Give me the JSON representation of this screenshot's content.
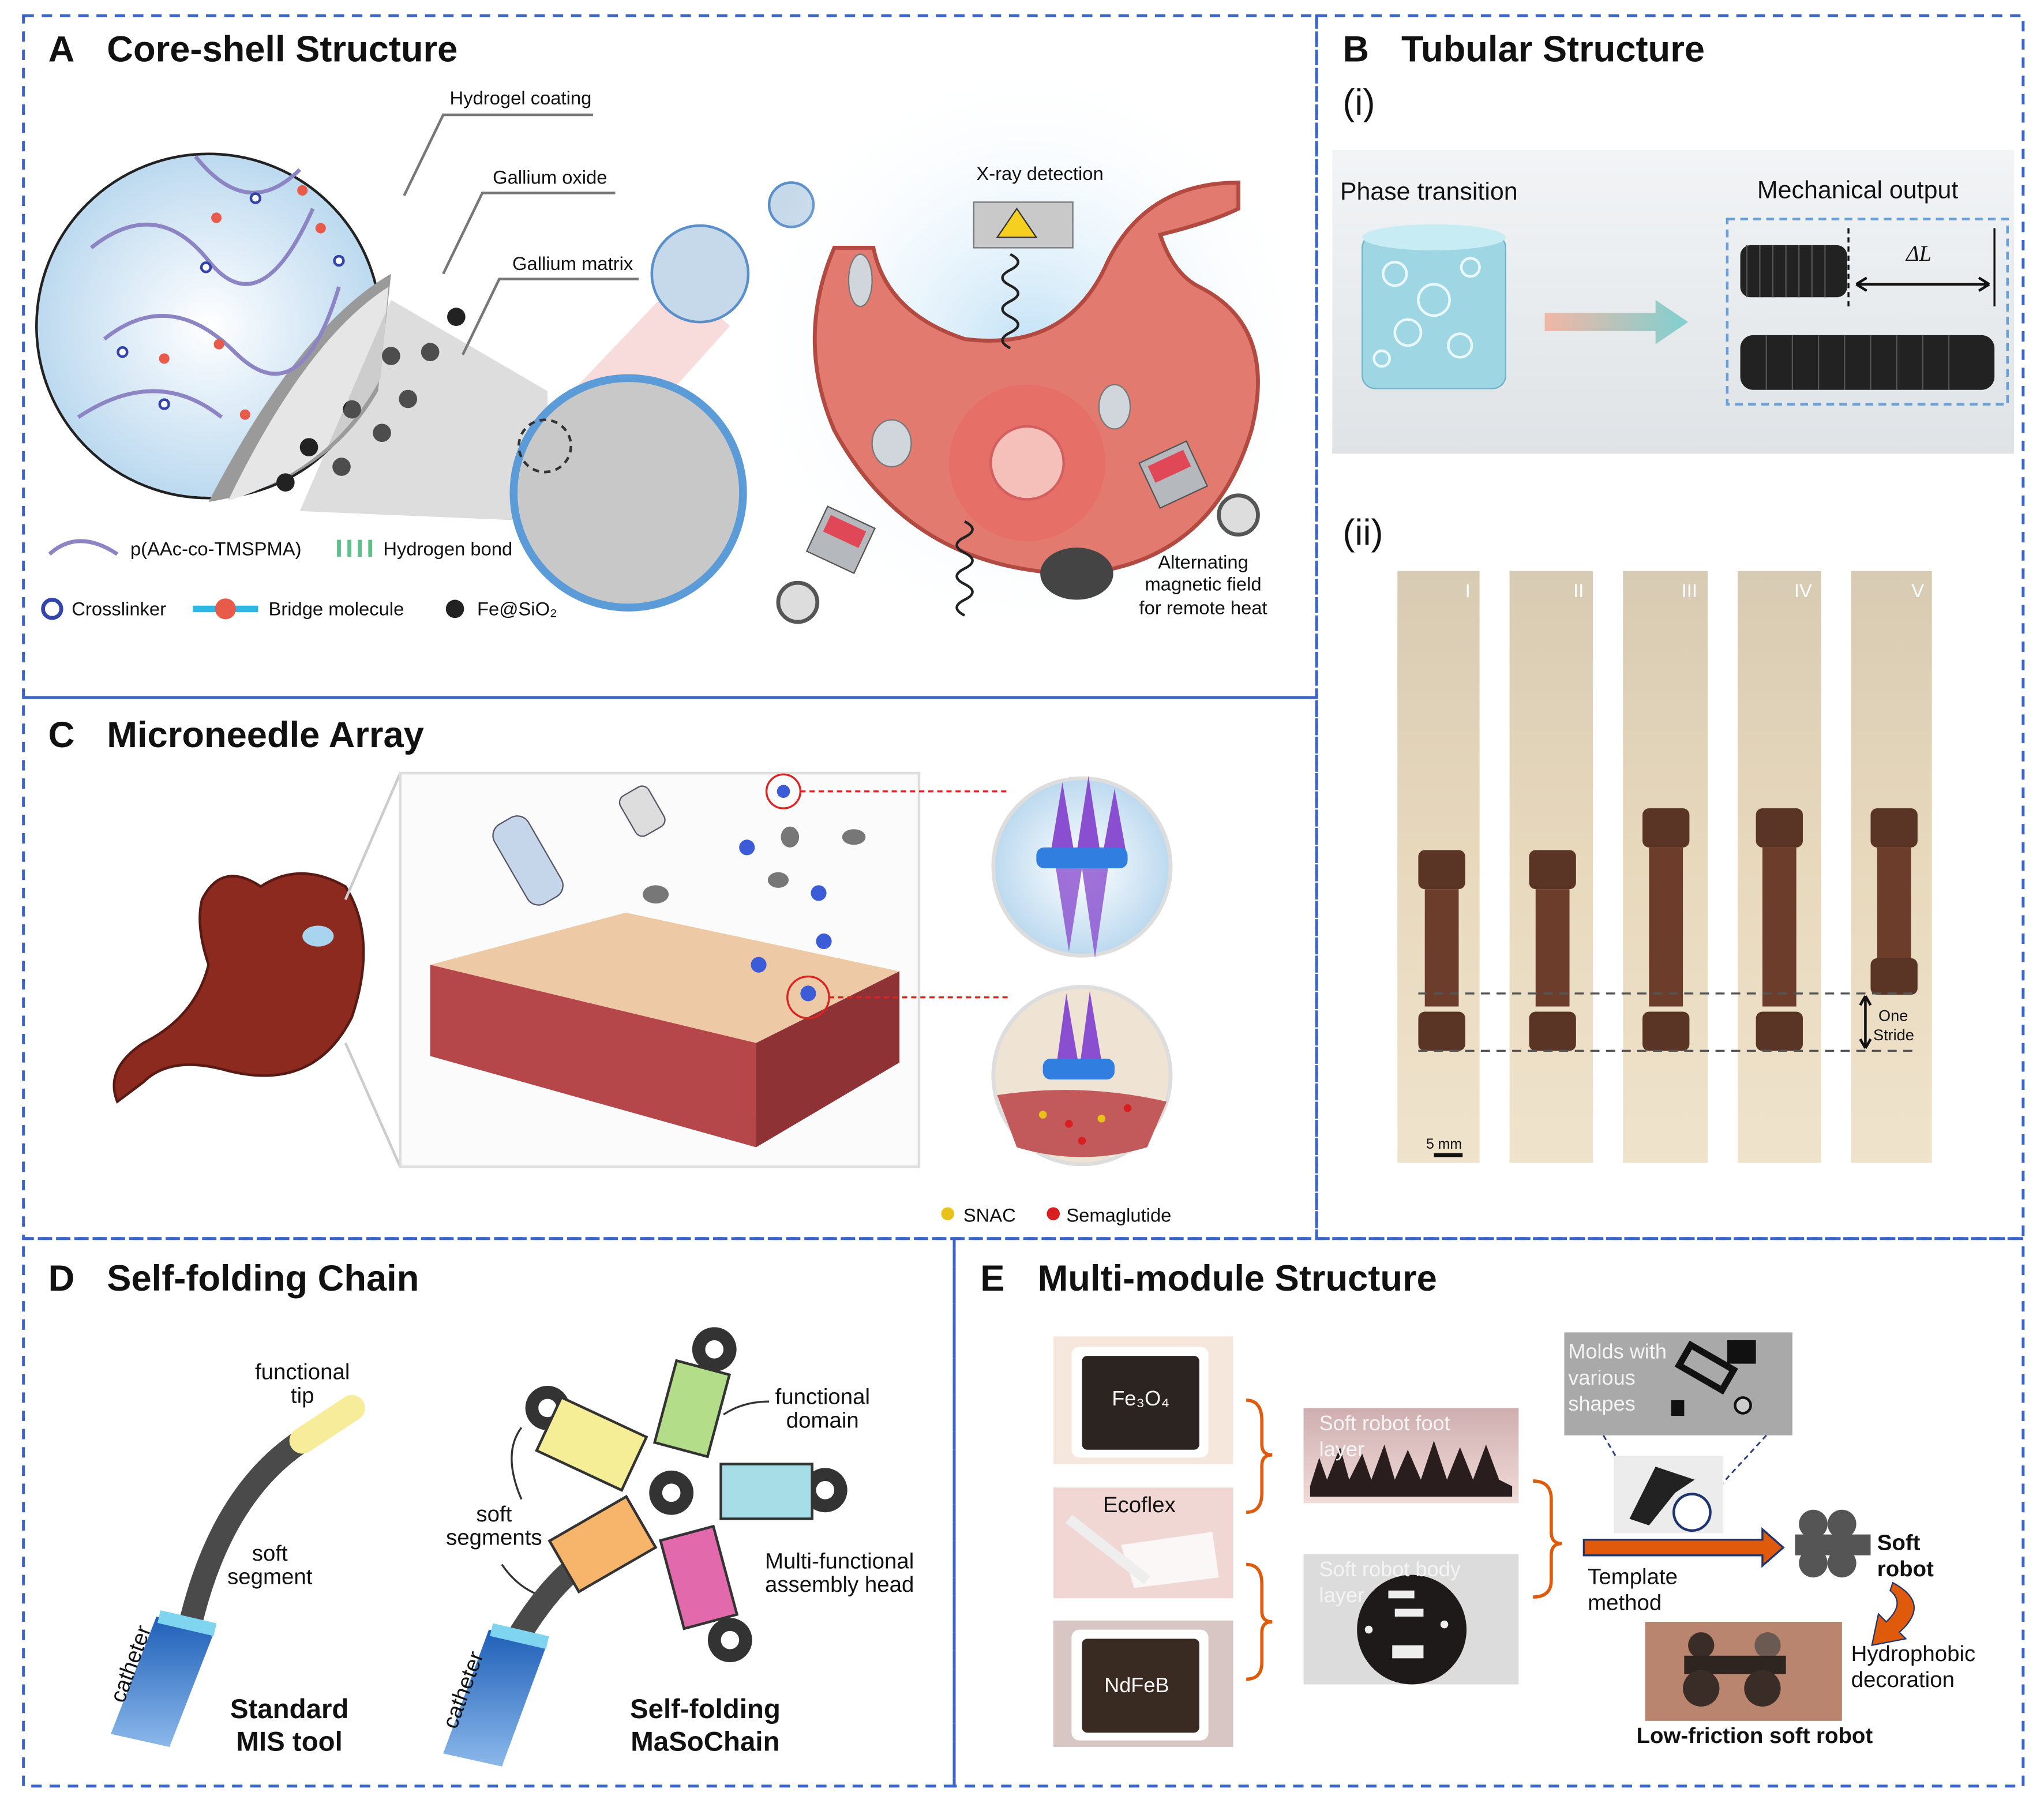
{
  "colors": {
    "panel_border": "#3a64c8",
    "accent_orange": "#e05a0c",
    "hydrogel_blue": "#cfe3f3",
    "stomach_red": "#e0786e"
  },
  "panel_a": {
    "letter": "A",
    "title": "Core-shell Structure",
    "labels": {
      "hydrogel_coating": "Hydrogel coating",
      "gallium_oxide": "Gallium oxide",
      "gallium_matrix": "Gallium matrix",
      "xray": "X-ray detection",
      "magnetic": [
        "Alternating",
        "magnetic field",
        "for remote heat"
      ]
    },
    "legend": {
      "polymer": "p(AAc-co-TMSPMA)",
      "hbond": "Hydrogen bond",
      "crosslinker": "Crosslinker",
      "bridge": "Bridge molecule",
      "fe": "Fe@SiO₂"
    }
  },
  "panel_b": {
    "letter": "B",
    "title": "Tubular Structure",
    "sub_i": "(i)",
    "phase": "Phase transition",
    "mech": "Mechanical output",
    "delta": "ΔL",
    "sub_ii": "(ii)",
    "frames": [
      "I",
      "II",
      "III",
      "IV",
      "V"
    ],
    "stride": [
      "One",
      "Stride"
    ],
    "scale": "5 mm"
  },
  "panel_c": {
    "letter": "C",
    "title": "Microneedle Array",
    "legend": {
      "snac": "SNAC",
      "sema": "Semaglutide"
    },
    "legend_colors": {
      "snac": "#e8c21a",
      "sema": "#d81e1e"
    }
  },
  "panel_d": {
    "letter": "D",
    "title": "Self-folding Chain",
    "left": {
      "tip": [
        "functional",
        "tip"
      ],
      "soft": [
        "soft",
        "segment"
      ],
      "catheter": "catheter",
      "caption": [
        "Standard",
        "MIS tool"
      ]
    },
    "right": {
      "soft": [
        "soft",
        "segments"
      ],
      "domain": [
        "functional",
        "domain"
      ],
      "head": [
        "Multi-functional",
        "assembly head"
      ],
      "catheter": "catheter",
      "caption": [
        "Self-folding",
        "MaSoChain"
      ]
    }
  },
  "panel_e": {
    "letter": "E",
    "title": "Multi-module Structure",
    "materials": [
      "Fe₃O₄",
      "Ecoflex",
      "NdFeB"
    ],
    "foot": [
      "Soft robot foot",
      "layer"
    ],
    "body": [
      "Soft robot body",
      "layer"
    ],
    "molds": [
      "Molds with",
      "various",
      "shapes"
    ],
    "template": [
      "Template",
      "method"
    ],
    "soft_robot": [
      "Soft",
      "robot"
    ],
    "hydrophobic": [
      "Hydrophobic",
      "decoration"
    ],
    "low_friction": "Low-friction soft robot"
  }
}
